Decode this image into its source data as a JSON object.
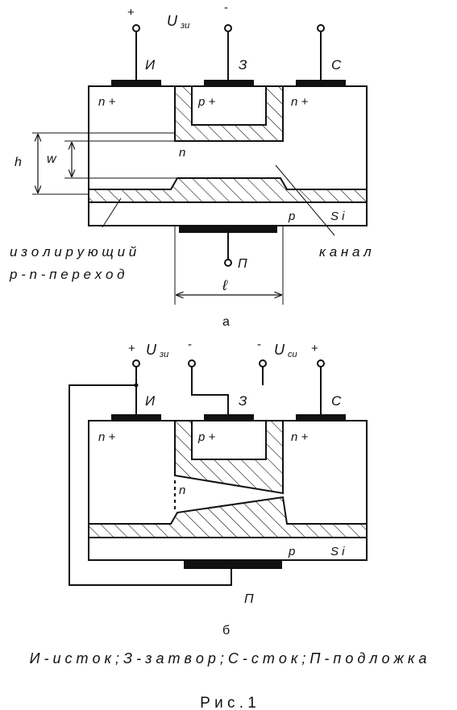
{
  "figure_a": {
    "polarity_plus": "+",
    "polarity_minus": "-",
    "voltage_label": "U",
    "voltage_sub": "зи",
    "terminal_source": "И",
    "terminal_gate": "З",
    "terminal_drain": "С",
    "region_source": "n +",
    "region_gate": "p +",
    "region_drain": "n +",
    "region_channel": "n",
    "region_substrate": "p",
    "substrate_material": "S i",
    "dim_h": "h",
    "dim_w": "w",
    "dim_l": "ℓ",
    "terminal_substrate": "П",
    "label_junction_line1": "и з о л и р у ю щ и й",
    "label_junction_line2": "p - n - п е р е х о д",
    "label_channel": "к а н а л",
    "caption": "а"
  },
  "figure_b": {
    "polarity_plus_left": "+",
    "voltage_label_1": "U",
    "voltage_sub_1": "зи",
    "polarity_minus_1": "-",
    "polarity_minus_2": "-",
    "voltage_label_2": "U",
    "voltage_sub_2": "си",
    "polarity_plus_right": "+",
    "terminal_source": "И",
    "terminal_gate": "З",
    "terminal_drain": "С",
    "region_source": "n +",
    "region_gate": "p +",
    "region_drain": "n +",
    "region_channel": "n",
    "region_substrate": "p",
    "substrate_material": "S i",
    "terminal_substrate": "П",
    "caption": "б"
  },
  "legend": "И - и с т о к ; З - з а т в о р ; С - с т о к ; П - п о д л о ж к а",
  "figure_caption": "Р и с . 1"
}
